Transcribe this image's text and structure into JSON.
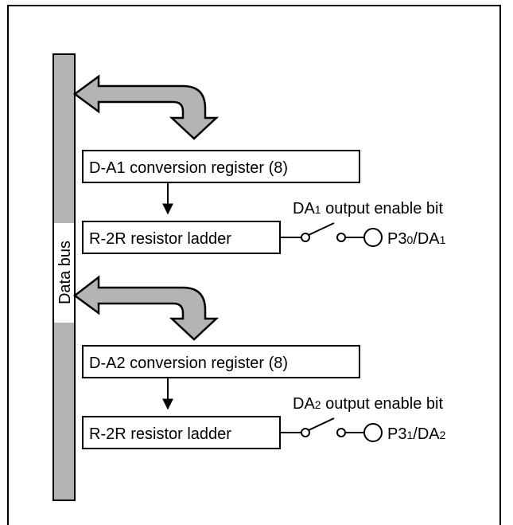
{
  "bus": {
    "label": "Data bus"
  },
  "channels": [
    {
      "register": "D-A1 conversion register (8)",
      "ladder": "R-2R resistor ladder",
      "enable": {
        "pre": "DA",
        "sub": "1",
        "post": " output enable bit"
      },
      "pin": {
        "p": "P3",
        "psub": "0",
        "mid": "/DA",
        "dsub": "1"
      }
    },
    {
      "register": "D-A2 conversion register (8)",
      "ladder": "R-2R resistor ladder",
      "enable": {
        "pre": "DA",
        "sub": "2",
        "post": " output enable bit"
      },
      "pin": {
        "p": "P3",
        "psub": "1",
        "mid": "/DA",
        "dsub": "2"
      }
    }
  ],
  "colors": {
    "bus_fill": "#b4b4b4",
    "arrow_fill": "#b4b4b4",
    "line": "#000000"
  }
}
